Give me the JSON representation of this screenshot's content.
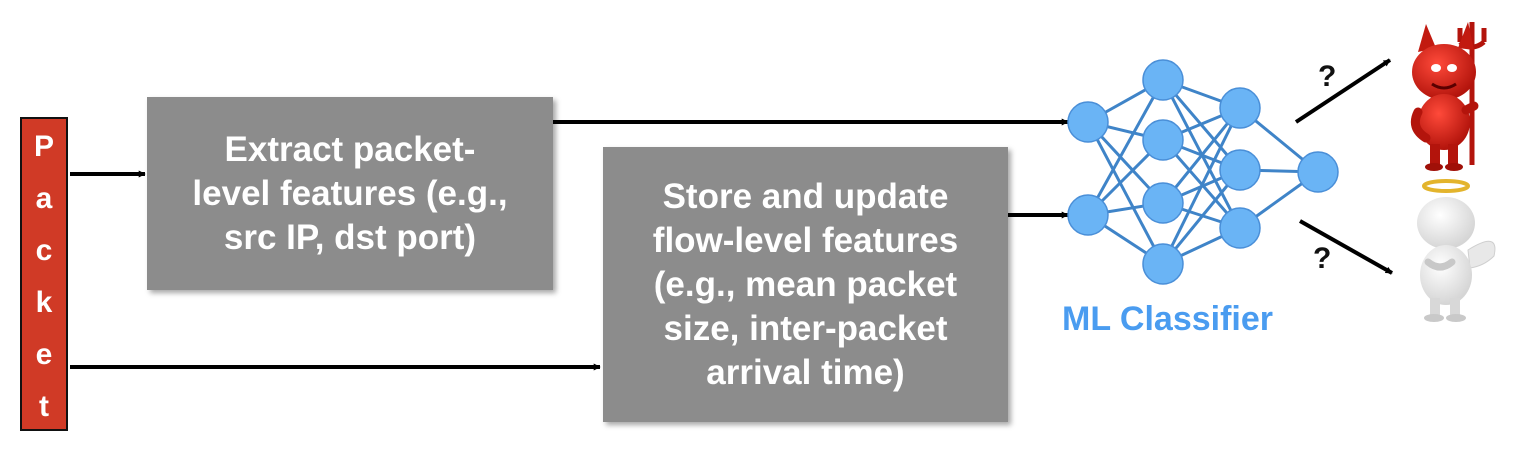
{
  "packet": {
    "letters": [
      "P",
      "a",
      "c",
      "k",
      "e",
      "t"
    ]
  },
  "packet_features_box": {
    "lines": [
      "Extract packet-",
      "level features (e.g.,",
      "src IP, dst port)"
    ]
  },
  "flow_features_box": {
    "lines": [
      "Store and update",
      "flow-level features",
      "(e.g., mean packet",
      "size, inter-packet",
      "arrival time)"
    ]
  },
  "classifier": {
    "label": "ML Classifier",
    "color": "#4a9cf0",
    "node_color": "#6ab4f5",
    "edge_color": "#3f84c8"
  },
  "outputs": {
    "malicious_label": "?",
    "benign_label": "?",
    "malicious_icon": "devil-icon",
    "benign_icon": "angel-icon"
  },
  "colors": {
    "packet_fill": "#d03a26",
    "box_fill": "#8c8c8c",
    "box_text": "#ffffff",
    "arrow": "#000000"
  }
}
